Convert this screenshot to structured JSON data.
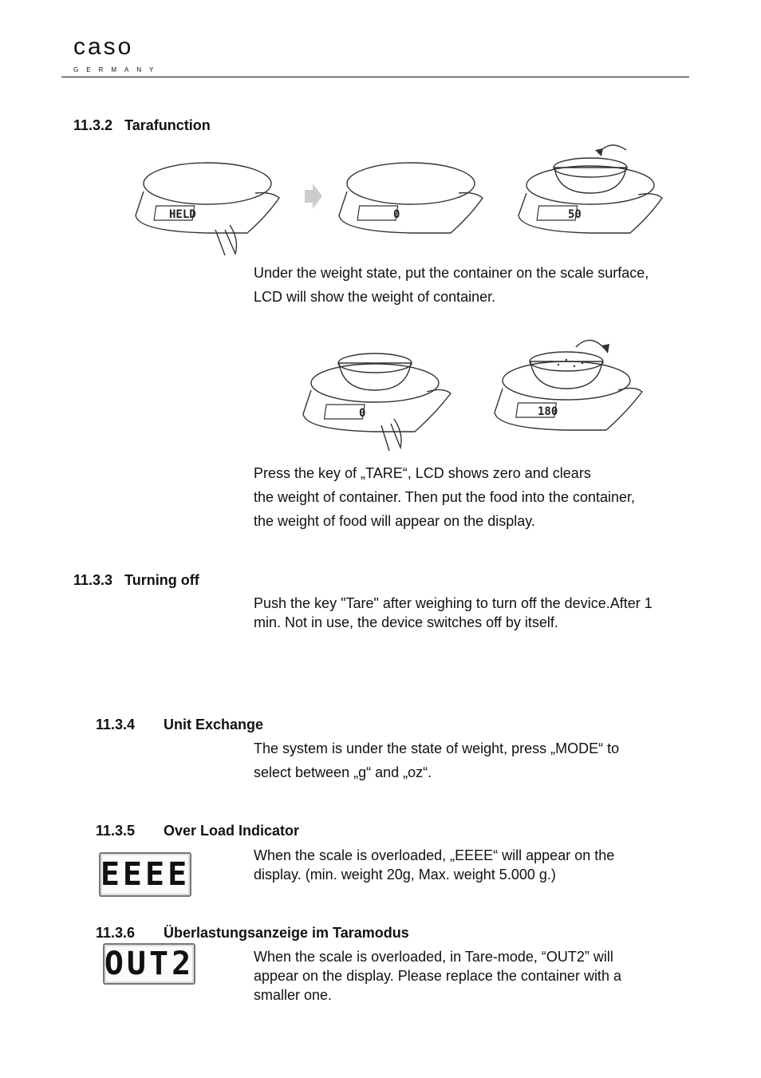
{
  "header": {
    "brand": "caso",
    "brand_sub": "GERMANY"
  },
  "sections": {
    "tara": {
      "number": "11.3.2",
      "title": "Tarafunction",
      "figure1_displays": [
        "HELD",
        "0",
        "50"
      ],
      "para1": [
        "Under the weight state, put the container on the scale surface,",
        "LCD will show the weight of container."
      ],
      "figure2_displays": [
        "0",
        "180"
      ],
      "para2": [
        "Press the key of „TARE“, LCD shows zero and clears",
        "the weight of container. Then put the food into the container,",
        "the weight of food will appear on the display."
      ]
    },
    "off": {
      "number": "11.3.3",
      "title": "Turning off",
      "para": [
        "Push the key \"Tare\" after weighing to turn off the device.After 1",
        "min. Not in use, the device switches off by itself."
      ]
    },
    "unit": {
      "number": "11.3.4",
      "title": "Unit Exchange",
      "para": [
        "The system is under the state of weight, press „MODE“ to",
        "select between „g“ and „oz“."
      ]
    },
    "overload": {
      "number": "11.3.5",
      "title": "Over Load Indicator",
      "lcd": "EEEE",
      "para": [
        "When the scale is overloaded, „EEEE“ will appear on the",
        "display. (min. weight 20g, Max. weight 5.000 g.)"
      ]
    },
    "taraoverload": {
      "number": "11.3.6",
      "title": "Überlastungsanzeige im Taramodus",
      "lcd": "OUT2",
      "para": [
        "When the scale is overloaded, in Tare-mode, “OUT2” will",
        "appear on the display. Please replace the container with a",
        "smaller one."
      ]
    }
  }
}
